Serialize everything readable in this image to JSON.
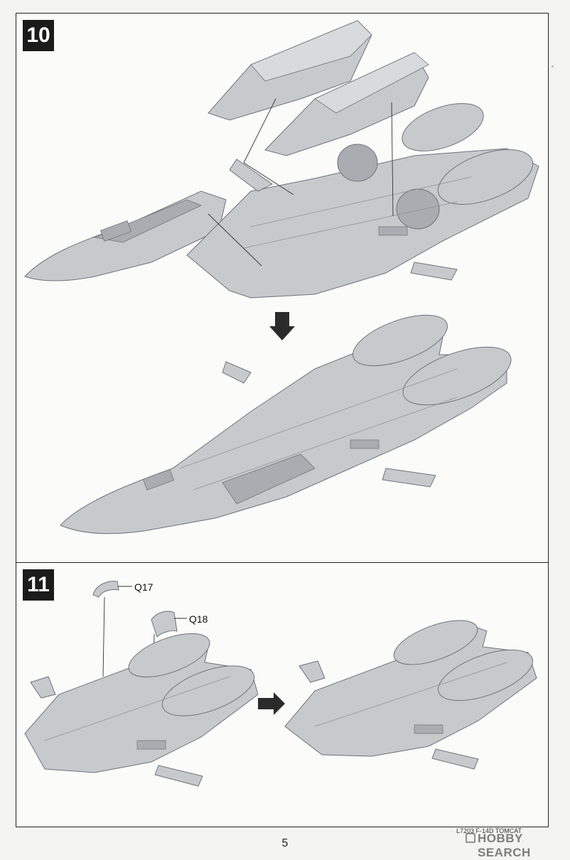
{
  "steps": [
    {
      "number": "10"
    },
    {
      "number": "11"
    }
  ],
  "parts": {
    "q17": "Q17",
    "q18": "Q18"
  },
  "footer": {
    "page_number": "5",
    "kit_code": "L7203   F-14D TOMCAT",
    "watermark": "HOBBY SEARCH"
  },
  "colors": {
    "part_fill": "#c6cacd",
    "part_shade": "#a9adb1",
    "part_light": "#d8dbdd",
    "outline": "#6e7378",
    "arrow": "#2b2b2b"
  }
}
